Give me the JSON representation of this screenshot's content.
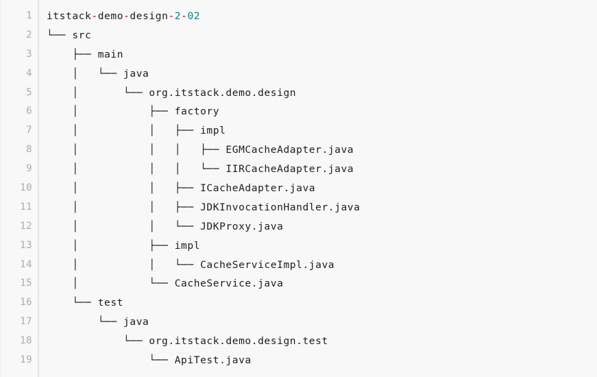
{
  "code_block": {
    "language": "text",
    "background_color": "#f8f8f8",
    "text_color": "#1c1c1c",
    "gutter_color": "#a6aab5",
    "divider_color": "#e3e3e6",
    "punctuation_color": "#a10000",
    "number_color": "#0b7d7d",
    "line_numbers": [
      "1",
      "2",
      "3",
      "4",
      "5",
      "6",
      "7",
      "8",
      "9",
      "10",
      "11",
      "12",
      "13",
      "14",
      "15",
      "16",
      "17",
      "18",
      "19"
    ],
    "lines": [
      {
        "number": "1",
        "text": "itstack-demo-design-2-02",
        "tokens": [
          {
            "text": "itstack",
            "type": "plain"
          },
          {
            "text": "-",
            "type": "punct"
          },
          {
            "text": "demo",
            "type": "plain"
          },
          {
            "text": "-",
            "type": "punct"
          },
          {
            "text": "design",
            "type": "plain"
          },
          {
            "text": "-",
            "type": "punct"
          },
          {
            "text": "2",
            "type": "num"
          },
          {
            "text": "-",
            "type": "punct"
          },
          {
            "text": "02",
            "type": "num"
          }
        ]
      },
      {
        "number": "2",
        "text": "└── src",
        "tokens": [
          {
            "text": "└── src",
            "type": "plain"
          }
        ]
      },
      {
        "number": "3",
        "text": "    ├── main",
        "tokens": [
          {
            "text": "    ├── main",
            "type": "plain"
          }
        ]
      },
      {
        "number": "4",
        "text": "    │   └── java",
        "tokens": [
          {
            "text": "    │   └── java",
            "type": "plain"
          }
        ]
      },
      {
        "number": "5",
        "text": "    │       └── org.itstack.demo.design",
        "tokens": [
          {
            "text": "    │       └── org.itstack.demo.design",
            "type": "plain"
          }
        ]
      },
      {
        "number": "6",
        "text": "    │           ├── factory",
        "tokens": [
          {
            "text": "    │           ├── factory",
            "type": "plain"
          }
        ]
      },
      {
        "number": "7",
        "text": "    │           │   ├── impl",
        "tokens": [
          {
            "text": "    │           │   ├── impl",
            "type": "plain"
          }
        ]
      },
      {
        "number": "8",
        "text": "    │           │   │   ├── EGMCacheAdapter.java",
        "tokens": [
          {
            "text": "    │           │   │   ├── EGMCacheAdapter.java",
            "type": "plain"
          }
        ]
      },
      {
        "number": "9",
        "text": "    │           │   │   └── IIRCacheAdapter.java",
        "tokens": [
          {
            "text": "    │           │   │   └── IIRCacheAdapter.java",
            "type": "plain"
          }
        ]
      },
      {
        "number": "10",
        "text": "    │           │   ├── ICacheAdapter.java",
        "tokens": [
          {
            "text": "    │           │   ├── ICacheAdapter.java",
            "type": "plain"
          }
        ]
      },
      {
        "number": "11",
        "text": "    │           │   ├── JDKInvocationHandler.java",
        "tokens": [
          {
            "text": "    │           │   ├── JDKInvocationHandler.java",
            "type": "plain"
          }
        ]
      },
      {
        "number": "12",
        "text": "    │           │   └── JDKProxy.java",
        "tokens": [
          {
            "text": "    │           │   └── JDKProxy.java",
            "type": "plain"
          }
        ]
      },
      {
        "number": "13",
        "text": "    │           ├── impl",
        "tokens": [
          {
            "text": "    │           ├── impl",
            "type": "plain"
          }
        ]
      },
      {
        "number": "14",
        "text": "    │           │   └── CacheServiceImpl.java",
        "tokens": [
          {
            "text": "    │           │   └── CacheServiceImpl.java",
            "type": "plain"
          }
        ]
      },
      {
        "number": "15",
        "text": "    │           └── CacheService.java",
        "tokens": [
          {
            "text": "    │           └── CacheService.java",
            "type": "plain"
          }
        ]
      },
      {
        "number": "16",
        "text": "    └── test",
        "tokens": [
          {
            "text": "    └── test",
            "type": "plain"
          }
        ]
      },
      {
        "number": "17",
        "text": "        └── java",
        "tokens": [
          {
            "text": "        └── java",
            "type": "plain"
          }
        ]
      },
      {
        "number": "18",
        "text": "            └── org.itstack.demo.design.test",
        "tokens": [
          {
            "text": "            └── org.itstack.demo.design.test",
            "type": "plain"
          }
        ]
      },
      {
        "number": "19",
        "text": "                └── ApiTest.java",
        "tokens": [
          {
            "text": "                └── ApiTest.java",
            "type": "plain"
          }
        ]
      }
    ]
  }
}
